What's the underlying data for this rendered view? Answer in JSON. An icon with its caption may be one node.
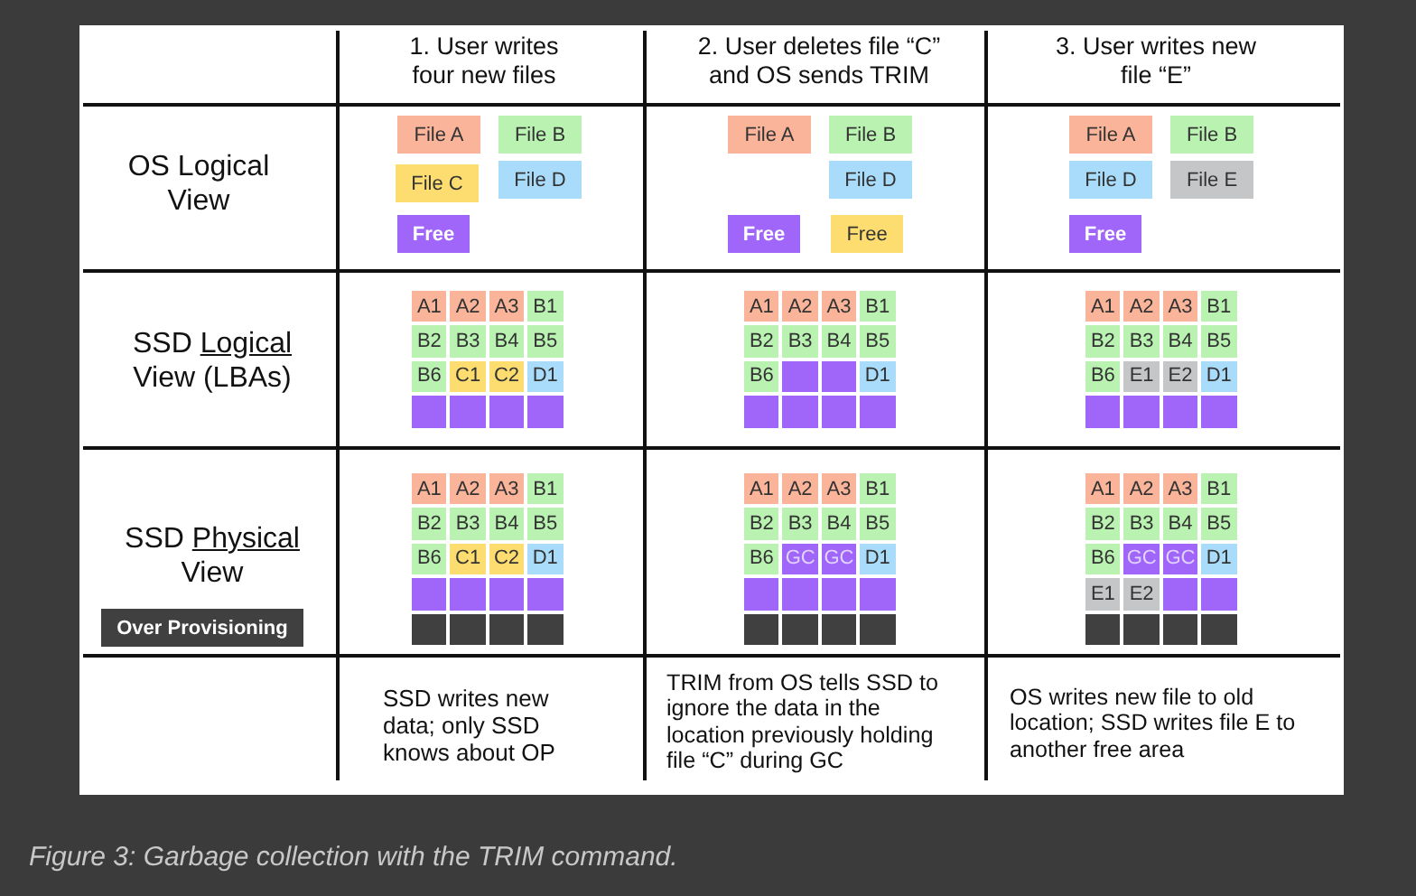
{
  "diagram": {
    "caption": "Figure 3: Garbage collection with the TRIM command.",
    "nodes": [
      {
        "text": [
          "File A"
        ]
      },
      {
        "text": [
          "File B"
        ]
      },
      {
        "text": [
          "File C"
        ]
      },
      {
        "text": [
          "File D"
        ]
      },
      {
        "text": [
          "Free"
        ]
      },
      {
        "text": [
          "File A"
        ]
      },
      {
        "text": [
          "File B"
        ]
      },
      {
        "text": [
          "File D"
        ]
      },
      {
        "text": [
          "Free"
        ]
      },
      {
        "text": [
          "Free"
        ]
      },
      {
        "text": [
          "File A"
        ]
      },
      {
        "text": [
          "File B"
        ]
      },
      {
        "text": [
          "File D"
        ]
      },
      {
        "text": [
          "File E"
        ]
      },
      {
        "text": [
          "Free"
        ]
      },
      {
        "text": [
          "A1"
        ]
      },
      {
        "text": [
          "A2"
        ]
      },
      {
        "text": [
          "A3"
        ]
      },
      {
        "text": [
          "B1"
        ]
      },
      {
        "text": [
          "B2"
        ]
      },
      {
        "text": [
          "B3"
        ]
      },
      {
        "text": [
          "B4"
        ]
      },
      {
        "text": [
          "B5"
        ]
      },
      {
        "text": [
          "B6"
        ]
      },
      {
        "text": [
          "C1"
        ]
      },
      {
        "text": [
          "C2"
        ]
      },
      {
        "text": [
          "D1"
        ]
      },
      {
        "text": [],
        "shape": "box"
      },
      {
        "text": [],
        "shape": "box"
      },
      {
        "text": [],
        "shape": "box"
      },
      {
        "text": [],
        "shape": "box"
      },
      {
        "text": [
          "A1"
        ]
      },
      {
        "text": [
          "A2"
        ]
      },
      {
        "text": [
          "A3"
        ]
      },
      {
        "text": [
          "B1"
        ]
      },
      {
        "text": [
          "B2"
        ]
      },
      {
        "text": [
          "B3"
        ]
      },
      {
        "text": [
          "B4"
        ]
      },
      {
        "text": [
          "B5"
        ]
      },
      {
        "text": [
          "B6"
        ]
      },
      {
        "text": [],
        "shape": "box"
      },
      {
        "text": [],
        "shape": "box"
      },
      {
        "text": [
          "D1"
        ]
      },
      {
        "text": [],
        "shape": "box"
      },
      {
        "text": [],
        "shape": "box"
      },
      {
        "text": [],
        "shape": "box"
      },
      {
        "text": [],
        "shape": "box"
      },
      {
        "text": [
          "A1"
        ]
      },
      {
        "text": [
          "A2"
        ]
      },
      {
        "text": [
          "A3"
        ]
      },
      {
        "text": [
          "B1"
        ]
      },
      {
        "text": [
          "B2"
        ]
      },
      {
        "text": [
          "B3"
        ]
      },
      {
        "text": [
          "B4"
        ]
      },
      {
        "text": [
          "B5"
        ]
      },
      {
        "text": [
          "B6"
        ]
      },
      {
        "text": [
          "E1"
        ]
      },
      {
        "text": [
          "E2"
        ]
      },
      {
        "text": [
          "D1"
        ]
      },
      {
        "text": [],
        "shape": "box"
      },
      {
        "text": [],
        "shape": "box"
      },
      {
        "text": [],
        "shape": "box"
      },
      {
        "text": [],
        "shape": "box"
      },
      {
        "text": [
          "Over Provisioning"
        ]
      },
      {
        "text": [
          "A1"
        ]
      },
      {
        "text": [
          "A2"
        ]
      },
      {
        "text": [
          "A3"
        ]
      },
      {
        "text": [
          "B1"
        ]
      },
      {
        "text": [
          "B2"
        ]
      },
      {
        "text": [
          "B3"
        ]
      },
      {
        "text": [
          "B4"
        ]
      },
      {
        "text": [
          "B5"
        ]
      },
      {
        "text": [
          "B6"
        ]
      },
      {
        "text": [
          "C1"
        ]
      },
      {
        "text": [
          "C2"
        ]
      },
      {
        "text": [
          "D1"
        ]
      },
      {
        "text": [],
        "shape": "box"
      },
      {
        "text": [],
        "shape": "box"
      },
      {
        "text": [],
        "shape": "box"
      },
      {
        "text": [],
        "shape": "box"
      },
      {
        "text": [],
        "shape": "box"
      },
      {
        "text": [],
        "shape": "box"
      },
      {
        "text": [],
        "shape": "box"
      },
      {
        "text": [],
        "shape": "box"
      },
      {
        "text": [
          "A1"
        ]
      },
      {
        "text": [
          "A2"
        ]
      },
      {
        "text": [
          "A3"
        ]
      },
      {
        "text": [
          "B1"
        ]
      },
      {
        "text": [
          "B2"
        ]
      },
      {
        "text": [
          "B3"
        ]
      },
      {
        "text": [
          "B4"
        ]
      },
      {
        "text": [
          "B5"
        ]
      },
      {
        "text": [
          "B6"
        ]
      },
      {
        "text": [
          "GC"
        ]
      },
      {
        "text": [
          "GC"
        ]
      },
      {
        "text": [
          "D1"
        ]
      },
      {
        "text": [],
        "shape": "box"
      },
      {
        "text": [],
        "shape": "box"
      },
      {
        "text": [],
        "shape": "box"
      },
      {
        "text": [],
        "shape": "box"
      },
      {
        "text": [],
        "shape": "box"
      },
      {
        "text": [],
        "shape": "box"
      },
      {
        "text": [],
        "shape": "box"
      },
      {
        "text": [],
        "shape": "box"
      },
      {
        "text": [
          "A1"
        ]
      },
      {
        "text": [
          "A2"
        ]
      },
      {
        "text": [
          "A3"
        ]
      },
      {
        "text": [
          "B1"
        ]
      },
      {
        "text": [
          "B2"
        ]
      },
      {
        "text": [
          "B3"
        ]
      },
      {
        "text": [
          "B4"
        ]
      },
      {
        "text": [
          "B5"
        ]
      },
      {
        "text": [
          "B6"
        ]
      },
      {
        "text": [
          "GC"
        ]
      },
      {
        "text": [
          "GC"
        ]
      },
      {
        "text": [
          "D1"
        ]
      },
      {
        "text": [
          "E1"
        ]
      },
      {
        "text": [
          "E2"
        ]
      },
      {
        "text": [],
        "shape": "box"
      },
      {
        "text": [],
        "shape": "box"
      },
      {
        "text": [],
        "shape": "box"
      },
      {
        "text": [],
        "shape": "box"
      },
      {
        "text": [],
        "shape": "box"
      },
      {
        "text": [],
        "shape": "box"
      }
    ],
    "labels": [
      "1. User writes four new files",
      "2. User deletes file “C” and OS sends TRIM",
      "3. User writes new file “E”",
      "OS Logical View",
      "SSD Logical View (LBAs)",
      "SSD Physical View",
      "SSD writes new data; only SSD knows about OP",
      "TRIM from OS tells SSD to ignore the data in the location previously holding file “C” during GC",
      "OS writes new file to old location; SSD writes file E to another free area"
    ]
  }
}
